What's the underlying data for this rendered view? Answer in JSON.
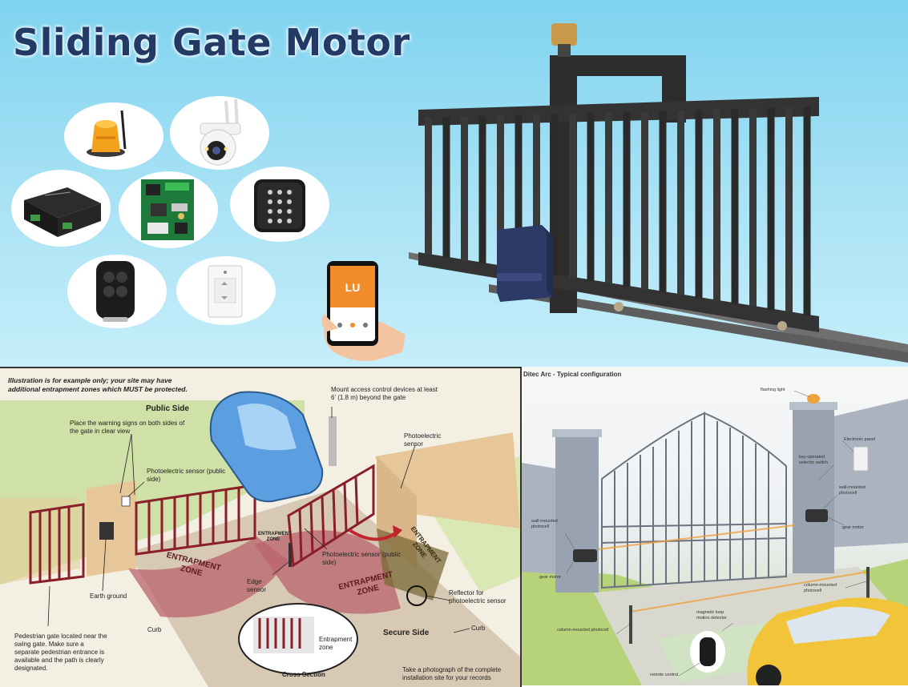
{
  "header": {
    "title": "Sliding Gate Motor"
  },
  "phone_app": {
    "screen_text": "LU"
  },
  "safety_diagram": {
    "illustration_note": "Illustration is for example only; your site may have additional entrapment zones which MUST be protected.",
    "public_side": "Public Side",
    "warning_signs": "Place the warning signs on both sides of the gate in clear view",
    "access_control": "Mount access control devices at least 6' (1.8 m) beyond the gate",
    "photo_sensor_public": "Photoelectric sensor (public side)",
    "photo_sensor_top": "Photoelectric sensor",
    "photo_sensor_public_2": "Photoelectric sensor (public side)",
    "entrapment_zone_1": "ENTRAPMENT ZONE",
    "entrapment_zone_small": "ENTRAPMENT ZONE",
    "entrapment_zone_2": "ENTRAPMENT ZONE",
    "entrapment_zone_3": "ENTRAPMENT ZONE",
    "earth_ground": "Earth ground",
    "edge_sensor": "Edge sensor",
    "curb_left": "Curb",
    "curb_right": "Curb",
    "reflector": "Reflector for photoelectric sensor",
    "secure_side": "Secure Side",
    "pedestrian_gate": "Pedestrian gate located near the swing gate. Make sure a separate pedestrian entrance is available and the path is clearly designated.",
    "entrapment_zone_inset": "Entrapment zone",
    "cross_section": "Cross Section",
    "photograph_note": "Take a photograph of the complete installation site for your records"
  },
  "config_diagram": {
    "title": "Ditec Arc - Typical configuration",
    "flashing_light": "flashing light",
    "electronic_panel": "Electronic panel",
    "key_selector": "key-operated selector switch",
    "wall_photocell_right": "wall-mounted photocell",
    "gear_motor_right": "gear motor",
    "wall_photocell_left": "wall-mounted photocell",
    "gear_motor_left": "gear motor",
    "column_photocell_right": "column-mounted photocell",
    "magnetic_loop": "magnetic loop motion detector",
    "column_photocell_left": "column-mounted photocell",
    "remote_control": "remote control"
  },
  "colors": {
    "title_navy": "#243a66",
    "sky_blue": "#8fd8f0",
    "gate_dark": "#2b2b2b",
    "motor_blue": "#2d3a66",
    "entrapment_red": "#b9636b",
    "gate_maroon": "#8a1f2a",
    "beam_orange": "#f0a23c"
  }
}
